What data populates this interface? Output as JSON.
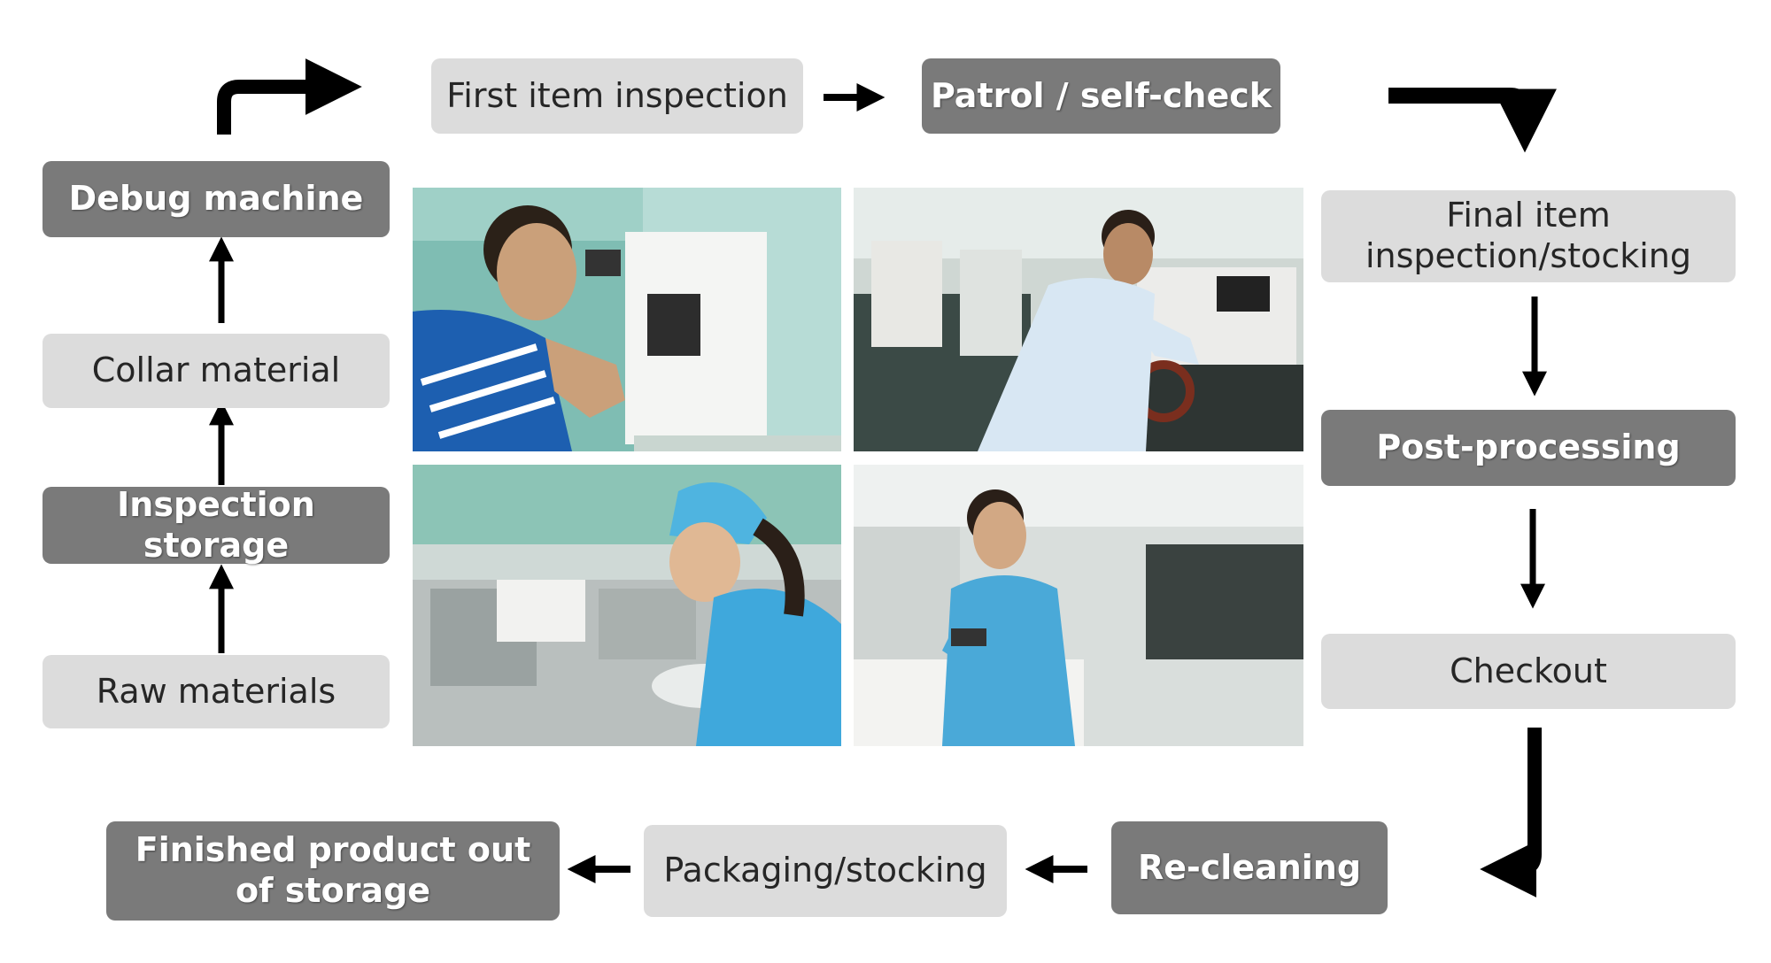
{
  "steps": {
    "raw_materials": "Raw materials",
    "inspection_storage": "Inspection storage",
    "collar_material": "Collar material",
    "debug_machine": "Debug machine",
    "first_item_inspection": "First item inspection",
    "patrol_self_check": "Patrol / self-check",
    "final_item_inspection": "Final item inspection/stocking",
    "post_processing": "Post-processing",
    "checkout": "Checkout",
    "re_cleaning": "Re-cleaning",
    "packaging_stocking": "Packaging/stocking",
    "finished_product": "Finished product out of storage"
  },
  "colors": {
    "light_box": "#dcdcdc",
    "dark_box": "#7a7a7a",
    "arrow": "#000000"
  }
}
